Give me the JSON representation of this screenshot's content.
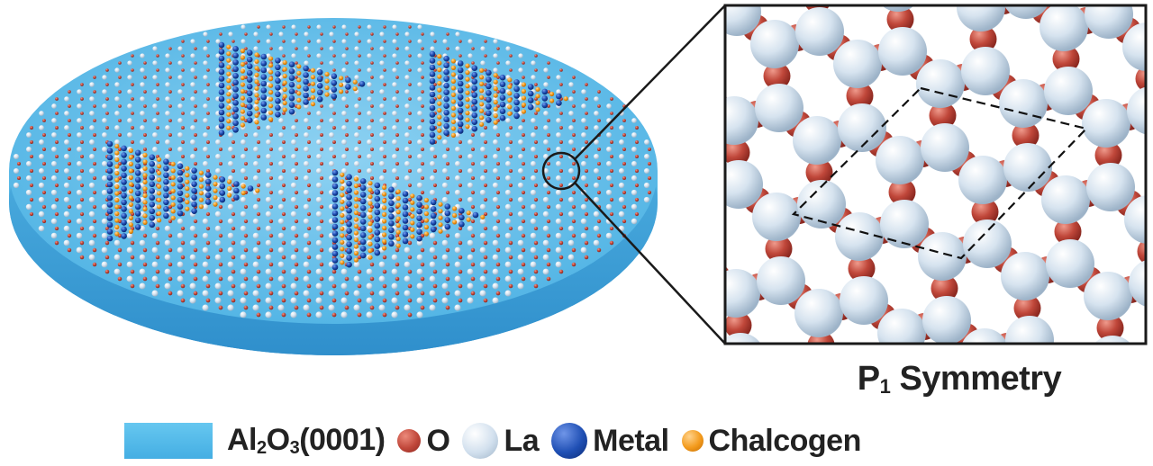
{
  "colors": {
    "substrate": "#4fb6e6",
    "oxygen": "#c0473a",
    "lanthanum": "#d6e3ef",
    "metal": "#1f4fb4",
    "chalcogen": "#f39a1c"
  },
  "inset": {
    "label_main": "P",
    "label_sub": "1",
    "label_rest": " Symmetry"
  },
  "legend": {
    "substrate": {
      "main": "Al",
      "sub1": "2",
      "mid": "O",
      "sub2": "3",
      "rest": "(0001)"
    },
    "oxygen": "O",
    "lanthanum": "La",
    "metal": "Metal",
    "chalcogen": "Chalcogen"
  }
}
